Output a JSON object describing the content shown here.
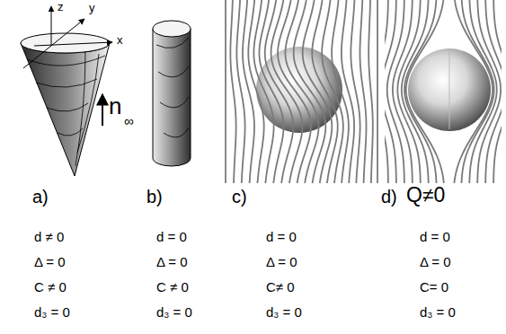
{
  "diagram": {
    "labels": [
      "z",
      "y",
      "x",
      "n",
      "∞",
      "a)",
      "b)",
      "c)",
      "d)",
      "Q≠0",
      "d ≠ 0",
      "Δ = 0",
      "C ≠ 0",
      "d₃ = 0",
      "d = 0",
      "Δ = 0",
      "C ≠ 0",
      "d₃ = 0",
      "d = 0",
      "Δ = 0",
      "C≠ 0",
      "d₃ = 0",
      "d = 0",
      "Δ = 0",
      "C= 0",
      "d₃ = 0"
    ]
  }
}
